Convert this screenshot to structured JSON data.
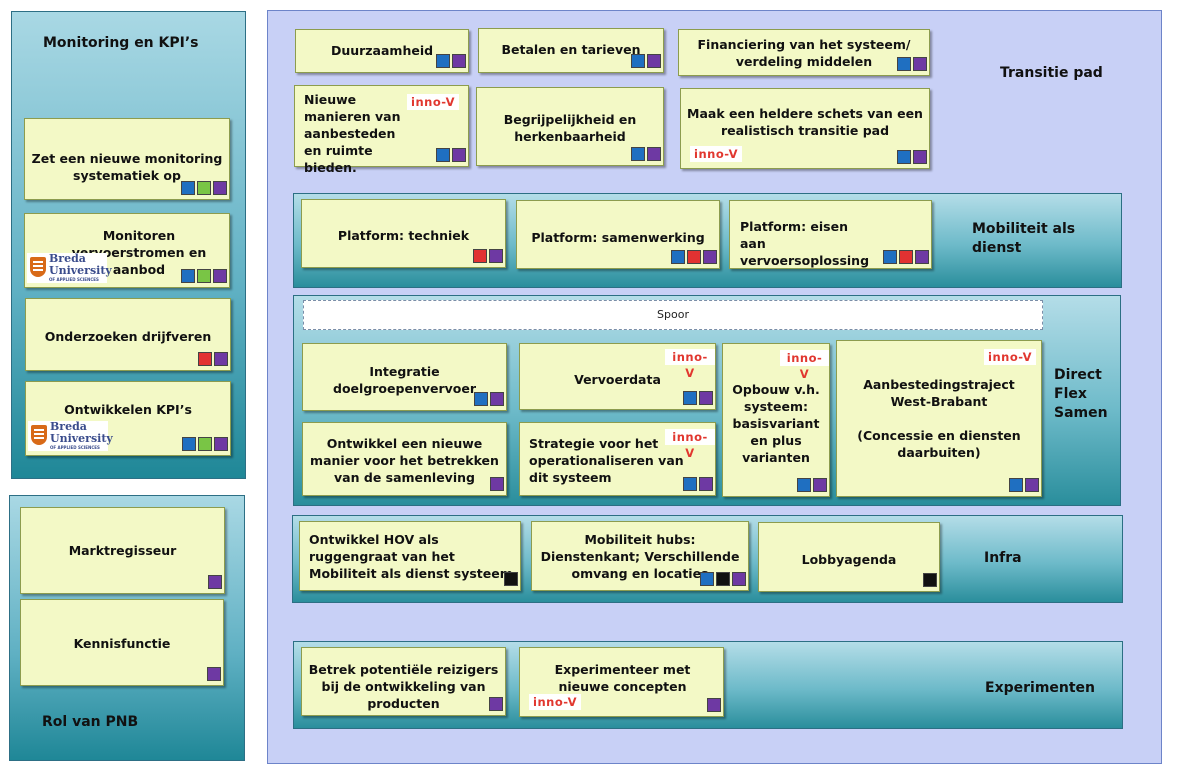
{
  "colors": {
    "blue": "#1f6fc1",
    "purple": "#6e39a3",
    "green": "#79c545",
    "red": "#e23232",
    "black": "#111111"
  },
  "left": {
    "monitoring_title": "Monitoring  en KPI’s",
    "cards": [
      {
        "text": "Zet een nieuwe monitoring systematiek op",
        "squares": [
          "blue",
          "green",
          "purple"
        ]
      },
      {
        "text": "Monitoren vervoerstromen en aanbod",
        "squares": [
          "blue",
          "green",
          "purple"
        ],
        "logo": "Breda University"
      },
      {
        "text": "Onderzoeken drijfveren",
        "squares": [
          "red",
          "purple"
        ]
      },
      {
        "text": "Ontwikkelen KPI’s",
        "squares": [
          "blue",
          "green",
          "purple"
        ],
        "logo": "Breda University"
      }
    ],
    "role_title": "Rol van PNB",
    "role_cards": [
      {
        "text": "Marktregisseur",
        "squares": [
          "purple"
        ]
      },
      {
        "text": "Kennisfunctie",
        "squares": [
          "purple"
        ]
      }
    ]
  },
  "logo": {
    "line1": "Breda",
    "line2": "University",
    "line3": "OF APPLIED SCIENCES"
  },
  "inno_label": "inno-V",
  "transitie": {
    "label": "Transitie pad",
    "cards": [
      {
        "text": "Duurzaamheid",
        "squares": [
          "blue",
          "purple"
        ]
      },
      {
        "text": "Betalen en tarieven",
        "squares": [
          "blue",
          "purple"
        ]
      },
      {
        "text": "Financiering van het systeem/ verdeling middelen",
        "squares": [
          "blue",
          "purple"
        ]
      },
      {
        "text": "Nieuwe manieren van aanbesteden en ruimte bieden.",
        "squares": [
          "blue",
          "purple"
        ],
        "inno": true
      },
      {
        "text": "Begrijpelijkheid en herkenbaarheid",
        "squares": [
          "blue",
          "purple"
        ]
      },
      {
        "text": "Maak  een heldere schets van een realistisch transitie pad",
        "squares": [
          "blue",
          "purple"
        ],
        "inno": true
      }
    ]
  },
  "mobiliteit": {
    "label": "Mobiliteit als dienst",
    "cards": [
      {
        "text": "Platform: techniek",
        "squares": [
          "red",
          "purple"
        ]
      },
      {
        "text": "Platform: samenwerking",
        "squares": [
          "blue",
          "red",
          "purple"
        ]
      },
      {
        "text": "Platform: eisen aan vervoersoplossing",
        "squares": [
          "blue",
          "red",
          "purple"
        ]
      }
    ]
  },
  "direct": {
    "label": "Direct Flex Samen",
    "spoor": "Spoor",
    "cards": [
      {
        "text": "Integratie doelgroepenvervoer",
        "squares": [
          "blue",
          "purple"
        ]
      },
      {
        "text": "Vervoerdata",
        "squares": [
          "blue",
          "purple"
        ],
        "inno": true
      },
      {
        "text": "Opbouw  v.h. systeem: basisvariant en plus varianten",
        "squares": [
          "blue",
          "purple"
        ],
        "inno": true
      },
      {
        "text": "Aanbestedingstraject West-Brabant\n\n(Concessie en diensten daarbuiten)",
        "squares": [
          "blue",
          "purple"
        ],
        "inno": true
      },
      {
        "text": "Ontwikkel een nieuwe manier voor het betrekken van de samenleving",
        "squares": [
          "purple"
        ]
      },
      {
        "text": "Strategie voor het operationaliseren van dit systeem",
        "squares": [
          "blue",
          "purple"
        ],
        "inno": true
      }
    ]
  },
  "infra": {
    "label": "Infra",
    "cards": [
      {
        "text": "Ontwikkel HOV als ruggengraat van het Mobiliteit als dienst systeem",
        "squares": [
          "black"
        ]
      },
      {
        "text": "Mobiliteit hubs: Dienstenkant; Verschillende omvang en locaties",
        "squares": [
          "blue",
          "black",
          "purple"
        ]
      },
      {
        "text": "Lobbyagenda",
        "squares": [
          "black"
        ]
      }
    ]
  },
  "experimenten": {
    "label": "Experimenten",
    "cards": [
      {
        "text": "Betrek potentiële reizigers bij de ontwikkeling van producten",
        "squares": [
          "purple"
        ]
      },
      {
        "text": "Experimenteer met nieuwe concepten",
        "squares": [
          "purple"
        ],
        "inno": true
      }
    ]
  }
}
